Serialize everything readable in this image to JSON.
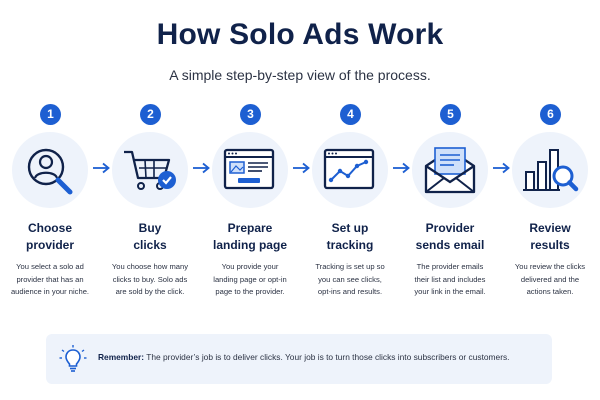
{
  "header": {
    "title": "How Solo Ads Work",
    "subtitle": "A simple step-by-step view of the process."
  },
  "colors": {
    "accent": "#1d5fd2",
    "navy": "#10224a",
    "panel": "#eef3fb"
  },
  "steps": [
    {
      "number": "1",
      "icon": "user-search-icon",
      "title_line1": "Choose",
      "title_line2": "provider",
      "desc": [
        "You select a solo ad",
        "provider that has an",
        "audience in your niche."
      ]
    },
    {
      "number": "2",
      "icon": "cart-check-icon",
      "title_line1": "Buy",
      "title_line2": "clicks",
      "desc": [
        "You choose how many",
        "clicks to buy. Solo ads",
        "are sold by the click."
      ]
    },
    {
      "number": "3",
      "icon": "landing-page-icon",
      "title_line1": "Prepare",
      "title_line2": "landing page",
      "desc": [
        "You provide your",
        "landing page or opt-in",
        "page to the provider."
      ]
    },
    {
      "number": "4",
      "icon": "tracking-chart-icon",
      "title_line1": "Set up",
      "title_line2": "tracking",
      "desc": [
        "Tracking is set up so",
        "you can see clicks,",
        "opt-ins and results."
      ]
    },
    {
      "number": "5",
      "icon": "email-icon",
      "title_line1": "Provider",
      "title_line2": "sends email",
      "desc": [
        "The provider emails",
        "their list and includes",
        "your link in the email."
      ]
    },
    {
      "number": "6",
      "icon": "review-results-icon",
      "title_line1": "Review",
      "title_line2": "results",
      "desc": [
        "You review the clicks",
        "delivered and the",
        "actions taken."
      ]
    }
  ],
  "remember": {
    "icon": "lightbulb-icon",
    "label": "Remember:",
    "text": " The provider’s job is to deliver clicks. Your job is to turn those clicks into subscribers or customers."
  }
}
